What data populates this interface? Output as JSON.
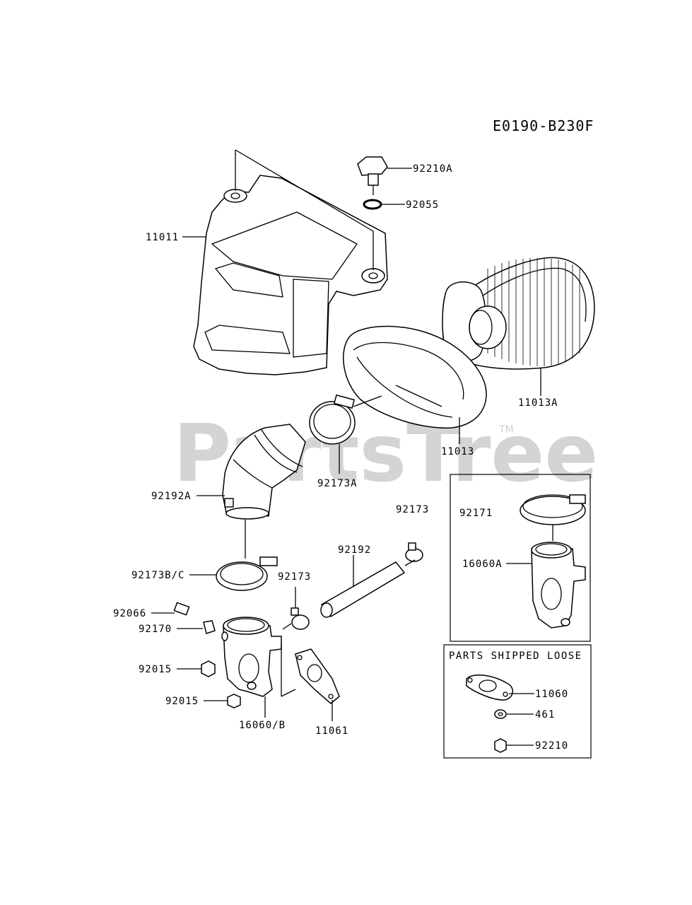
{
  "diagram_code": "E0190-B230F",
  "watermark": "PartsTree",
  "watermark_mark": "TM",
  "loose_box_title": "PARTS SHIPPED LOOSE",
  "parts": {
    "p92210A": "92210A",
    "p92055": "92055",
    "p11011": "11011",
    "p11013A": "11013A",
    "p11013": "11013",
    "p92173A": "92173A",
    "p92192A": "92192A",
    "p92173_top": "92173",
    "p92171": "92171",
    "p16060A": "16060A",
    "p92192": "92192",
    "p92173BC": "92173B/C",
    "p92173_mid": "92173",
    "p92066": "92066",
    "p92170": "92170",
    "p92015_a": "92015",
    "p92015_b": "92015",
    "p16060B": "16060/B",
    "p11061": "11061",
    "p11060": "11060",
    "p461": "461",
    "p92210": "92210"
  }
}
